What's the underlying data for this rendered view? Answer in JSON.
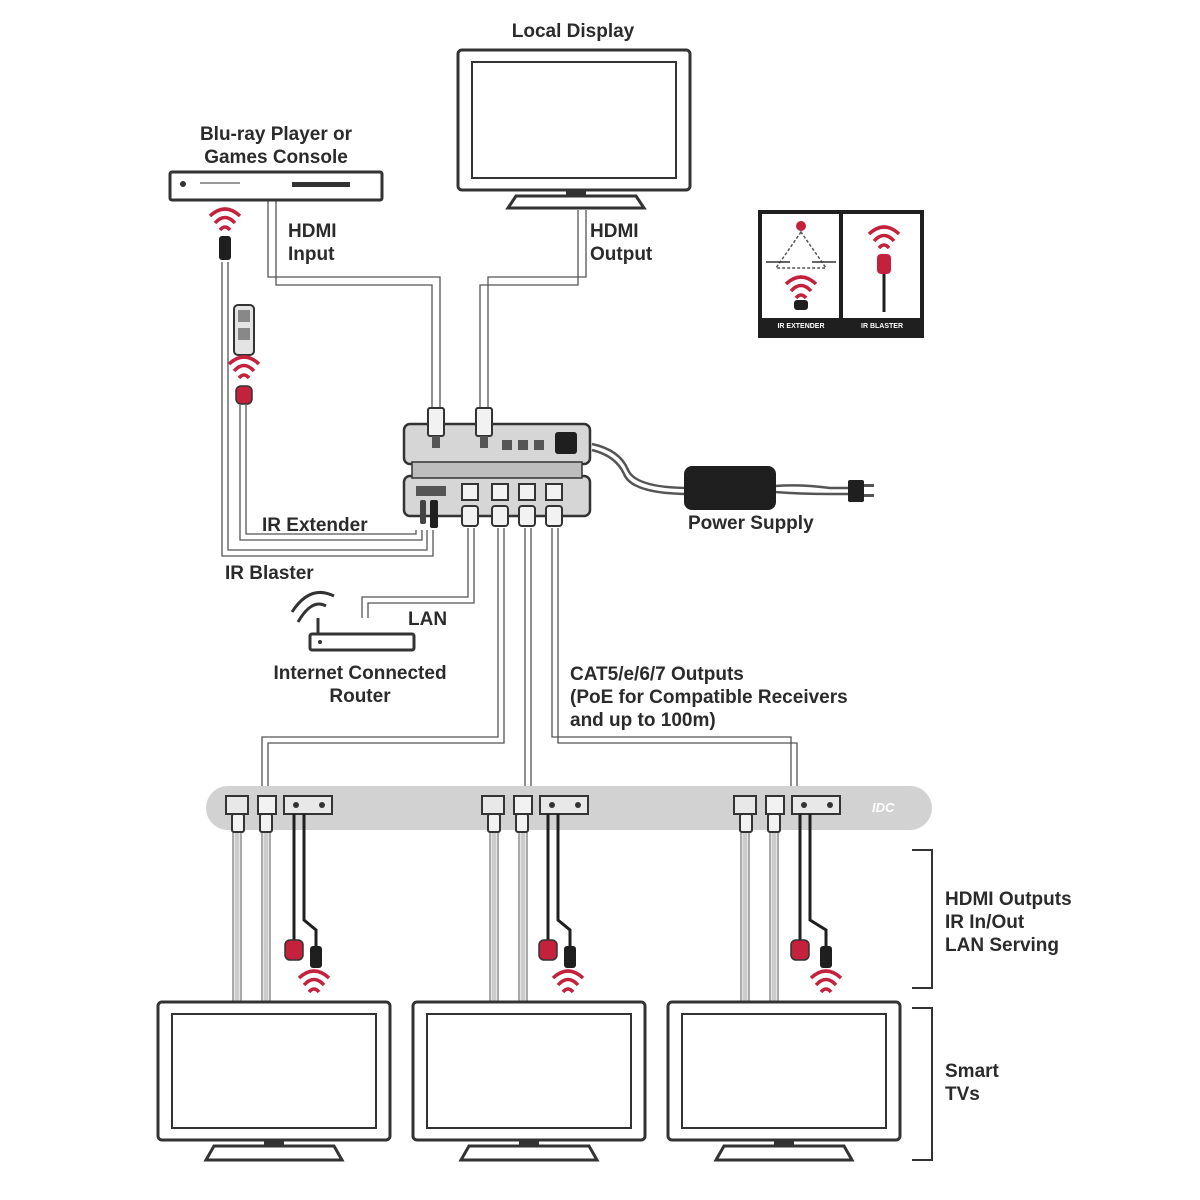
{
  "labels": {
    "local_display": "Local Display",
    "source": [
      "Blu-ray Player or",
      "Games Console"
    ],
    "hdmi_input": [
      "HDMI",
      "Input"
    ],
    "hdmi_output": [
      "HDMI",
      "Output"
    ],
    "ir_extender": "IR Extender",
    "ir_blaster": "IR Blaster",
    "power_supply": "Power Supply",
    "lan": "LAN",
    "router": [
      "Internet Connected",
      "Router"
    ],
    "cat_outputs": [
      "CAT5/e/6/7 Outputs",
      "(PoE for Compatible Receivers",
      "and up to 100m)"
    ],
    "receiver_outputs": [
      "HDMI Outputs",
      "IR In/Out",
      "LAN Serving"
    ],
    "smart_tvs": [
      "Smart",
      "TVs"
    ],
    "legend_ir_extender": "IR EXTENDER",
    "legend_ir_blaster": "IR BLASTER",
    "receiver_brand": "IDC"
  },
  "colors": {
    "line": "#555555",
    "cable": "#cccccc",
    "accent": "#c4213d",
    "device_gray": "#d2d2d2",
    "dark": "#1f1f1f"
  }
}
